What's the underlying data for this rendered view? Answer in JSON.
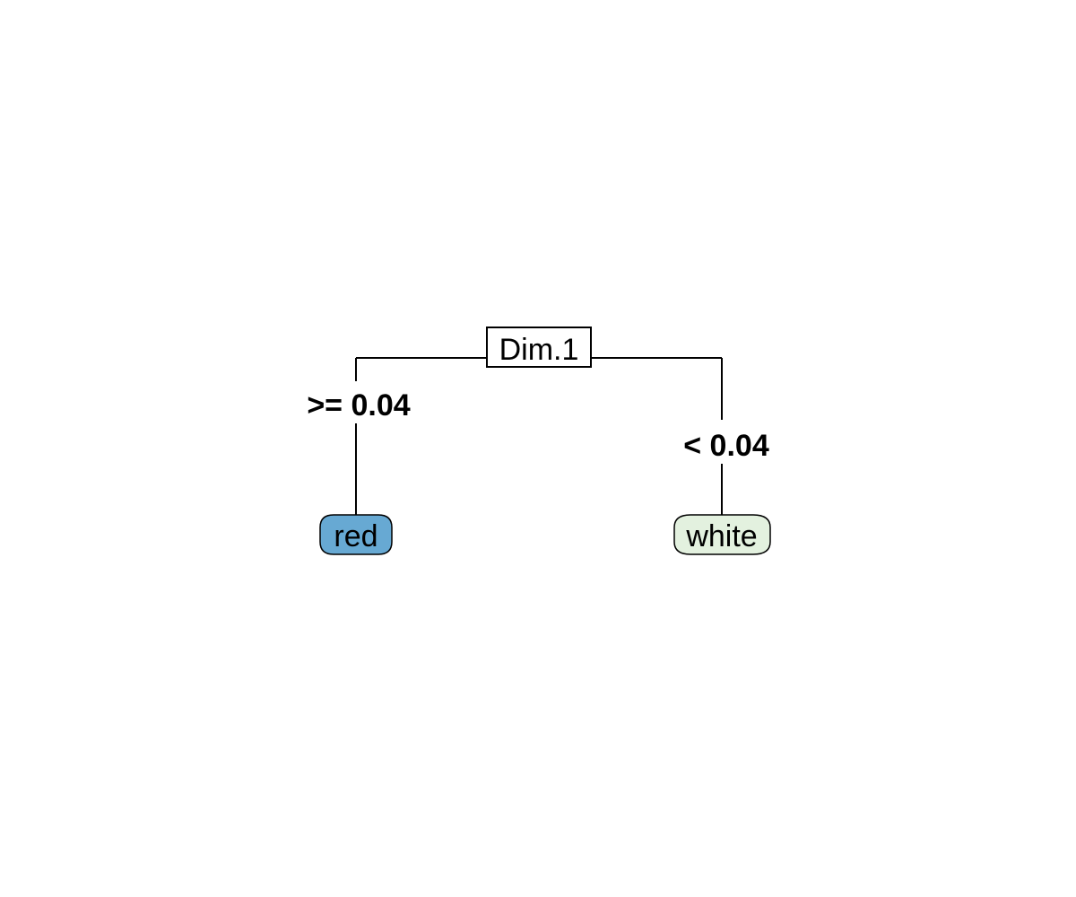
{
  "tree": {
    "root": {
      "label": "Dim.1"
    },
    "branches": {
      "left": {
        "label": ">= 0.04"
      },
      "right": {
        "label": "< 0.04"
      }
    },
    "leaves": {
      "left": {
        "label": "red",
        "fill": "#67a9d3"
      },
      "right": {
        "label": "white",
        "fill": "#e3f1df"
      }
    }
  }
}
